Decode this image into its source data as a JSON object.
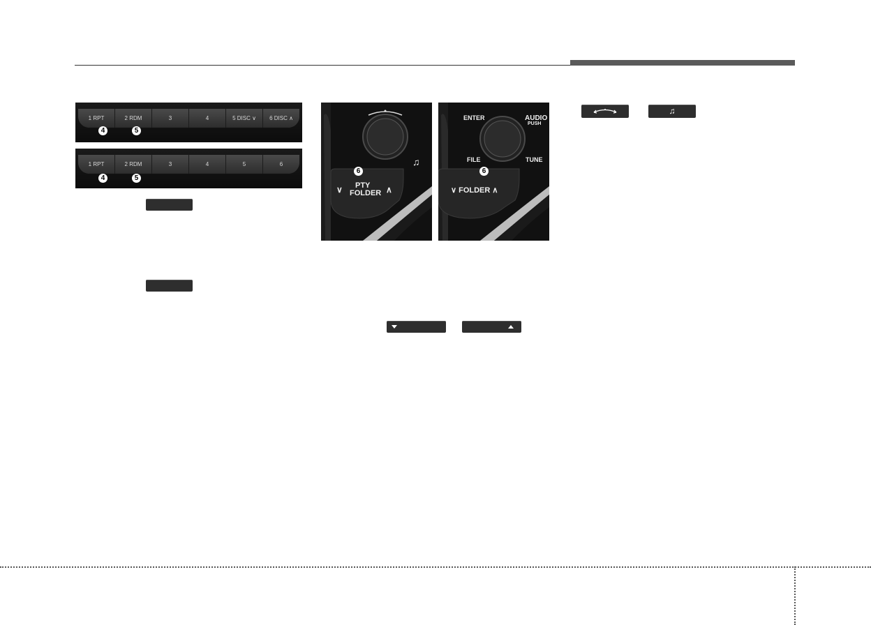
{
  "strip_top": {
    "buttons": [
      "1 RPT",
      "2 RDM",
      "3",
      "4",
      "5 DISC ∨",
      "6 DISC ∧"
    ]
  },
  "strip_bottom": {
    "buttons": [
      "1 RPT",
      "2 RDM",
      "3",
      "4",
      "5",
      "6"
    ]
  },
  "markers": {
    "four": "4",
    "five": "5",
    "six": "6"
  },
  "panel_left": {
    "label_line1": "PTY",
    "label_line2": "FOLDER",
    "chevron_down": "∨",
    "chevron_up": "∧"
  },
  "panel_right": {
    "enter": "ENTER",
    "audio": "AUDIO",
    "push": "PUSH",
    "file": "FILE",
    "tune": "TUNE",
    "folder": "∨ FOLDER ∧"
  },
  "icons": {
    "seek_dial": "seek-arc-icon",
    "music": "music-note-icon",
    "down": "triangle-down-icon",
    "up": "triangle-up-icon"
  },
  "colors": {
    "keycap": "#2e2e2e",
    "header_bar": "#5a5a5a"
  }
}
